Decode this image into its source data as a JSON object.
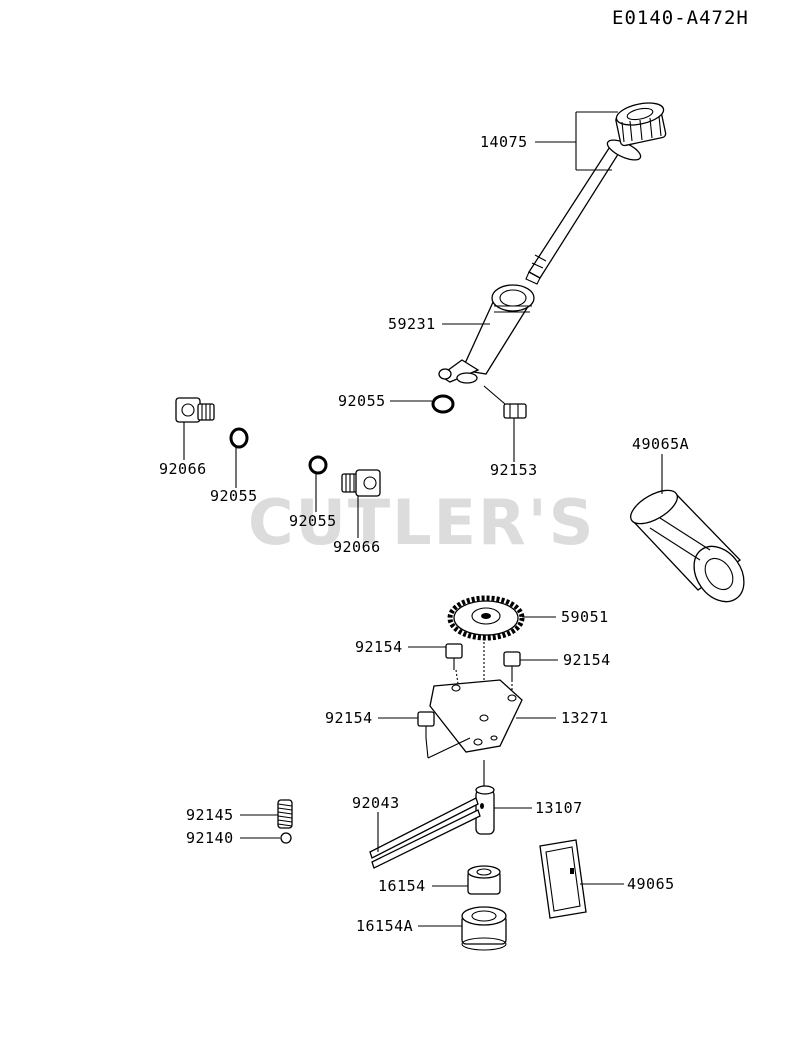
{
  "diagram_code": "E0140-A472H",
  "watermark": "CUTLER'S",
  "part_labels": {
    "p14075": "14075",
    "p59231": "59231",
    "p92055a": "92055",
    "p92153": "92153",
    "p92066a": "92066",
    "p92055b": "92055",
    "p92055c": "92055",
    "p92066b": "92066",
    "p49065A": "49065A",
    "p59051": "59051",
    "p92154a": "92154",
    "p92154b": "92154",
    "p92154c": "92154",
    "p13271": "13271",
    "p92145": "92145",
    "p92140": "92140",
    "p92043": "92043",
    "p13107": "13107",
    "p16154": "16154",
    "p49065": "49065",
    "p16154A": "16154A"
  }
}
